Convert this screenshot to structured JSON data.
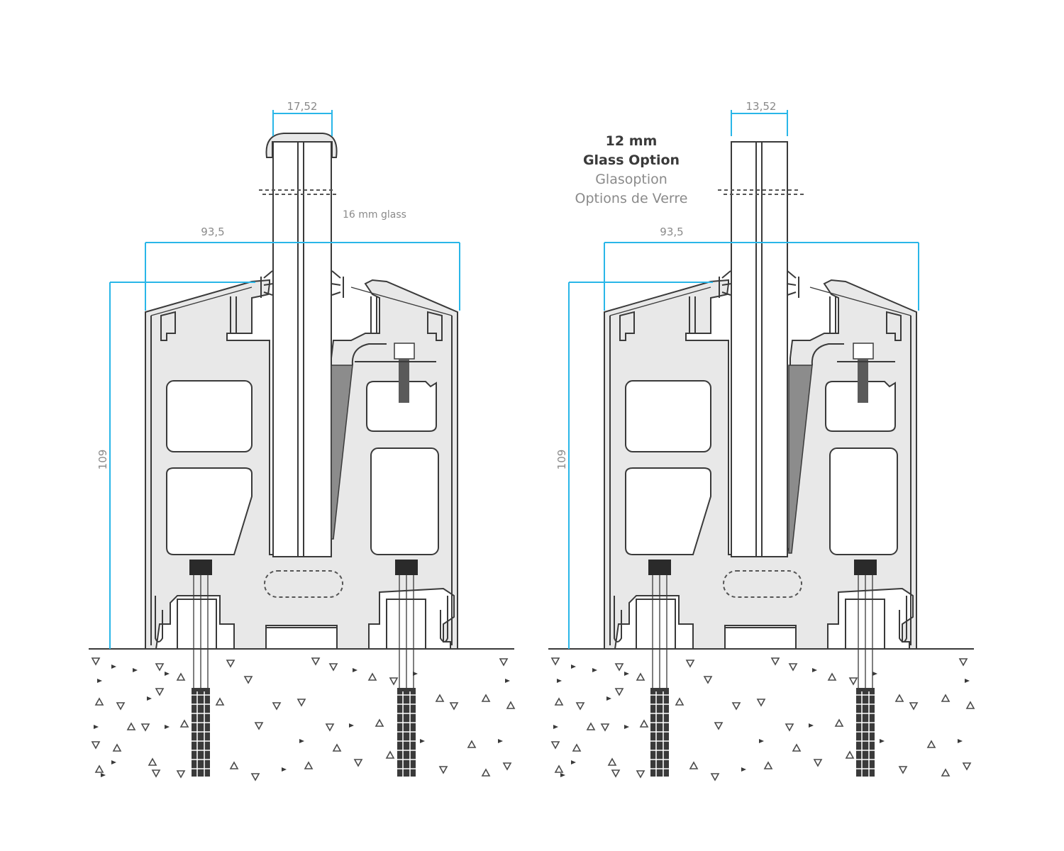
{
  "diagram": {
    "title": "Glass balustrade base profile cross-sections",
    "panels": [
      {
        "id": "left",
        "glass_width_dim": "17,52",
        "profile_width_dim": "93,5",
        "profile_height_dim": "109",
        "glass_note": "16 mm glass",
        "has_cap": true
      },
      {
        "id": "right",
        "glass_width_dim": "13,52",
        "profile_width_dim": "93,5",
        "profile_height_dim": "109",
        "has_cap": false,
        "option_label": {
          "line1": "12 mm",
          "line2": "Glass Option",
          "line3": "Glasoption",
          "line4": "Options de Verre"
        }
      }
    ],
    "colors": {
      "dimension": "#29b6e8",
      "profile_fill": "#e8e8e8",
      "outline": "#3a3a3a",
      "wedge": "#8c8c8c"
    }
  }
}
